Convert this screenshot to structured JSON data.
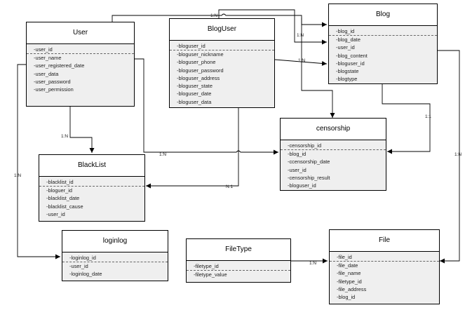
{
  "entities": {
    "user": {
      "name": "User",
      "pk": "-user_id",
      "fields": [
        "-user_name",
        "-user_registered_date",
        "-user_data",
        "-user_password",
        "-user_permission"
      ]
    },
    "bloguser": {
      "name": "BlogUser",
      "pk": "-bloguser_id",
      "fields": [
        "-bloguser_nickname",
        "-bloguser_phone",
        "-bloguser_password",
        "-bloguser_address",
        "-bloguser_state",
        "-bloguser_date",
        "-bloguser_data"
      ]
    },
    "blog": {
      "name": "Blog",
      "pk": "-blog_id",
      "fields": [
        "-blog_date",
        "-user_id",
        "-blog_content",
        "-bloguser_id",
        "-blogstate",
        "-blogtype"
      ]
    },
    "censorship": {
      "name": "censorship",
      "pk": "-censorship_id",
      "fields": [
        "-blog_id",
        "-ccensorship_date",
        "-user_id",
        "-censorship_result",
        "-bloguser_id"
      ]
    },
    "blacklist": {
      "name": "BlackList",
      "pk": "-blacklist_id",
      "fields": [
        "-bloguer_id",
        "-blacklist_date",
        "-blacklist_cause",
        "-user_id"
      ]
    },
    "loginlog": {
      "name": "loginlog",
      "pk": "-loginlog_id",
      "fields": [
        "-user_id",
        "-loginlog_date"
      ]
    },
    "filetype": {
      "name": "FileType",
      "pk": "-filetype_id",
      "fields": [
        "-filetype_value"
      ]
    },
    "file": {
      "name": "File",
      "pk": "-file_id",
      "fields": [
        "-file_date",
        "-file_name",
        "-filetype_id",
        "-file_address",
        "-blog_id"
      ]
    }
  },
  "relation_labels": {
    "user_blog": "1:N",
    "bloguser_blog_top": "1:N",
    "bloguser_blog": "1:N",
    "user_blacklist": "1:N",
    "user_censorship": "1:N",
    "bloguser_blacklist": "N:1",
    "blog_censorship": "1:1",
    "user_loginlog": "1:N",
    "blog_file": "1:N",
    "filetype_file": "1:N"
  }
}
